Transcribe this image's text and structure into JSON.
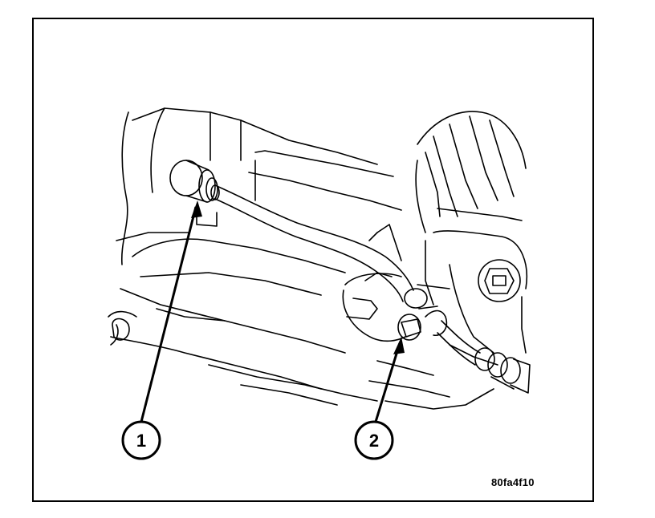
{
  "callouts": [
    {
      "label": "1"
    },
    {
      "label": "2"
    }
  ],
  "figure_code": "80fa4f10"
}
